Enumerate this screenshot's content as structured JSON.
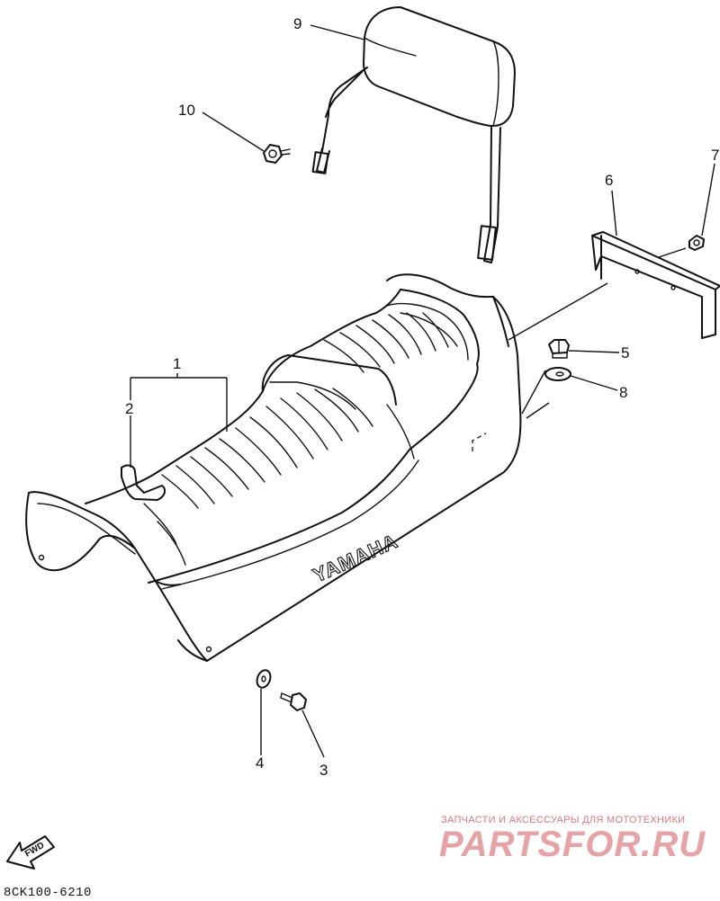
{
  "diagram": {
    "callouts": [
      {
        "id": "1",
        "text": "1"
      },
      {
        "id": "2",
        "text": "2"
      },
      {
        "id": "3",
        "text": "3"
      },
      {
        "id": "4",
        "text": "4"
      },
      {
        "id": "5",
        "text": "5"
      },
      {
        "id": "6",
        "text": "6"
      },
      {
        "id": "7",
        "text": "7"
      },
      {
        "id": "8",
        "text": "8"
      },
      {
        "id": "9",
        "text": "9"
      },
      {
        "id": "10",
        "text": "10"
      }
    ],
    "seat_brand": "YAMAHA",
    "fwd_label": "FWD",
    "reference_code": "8CK100-6210"
  },
  "watermark": {
    "caption": "ЗАПЧАСТИ И АКСЕССУАРЫ ДЛЯ МОТОТЕХНИКИ",
    "brand": "PARTSFOR.RU"
  }
}
